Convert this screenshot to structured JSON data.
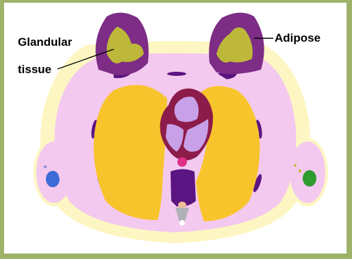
{
  "labels": {
    "glandular_line1": "Glandular",
    "glandular_line2": "tissue",
    "adipose": "Adipose"
  },
  "colors": {
    "frame": "#9fb26a",
    "background": "#ffffff",
    "skin_fat": "#fdf6c2",
    "body_pink": "#f3c9ef",
    "lung": "#f8c42c",
    "heart_outer": "#8c1c4a",
    "heart_inner": "#c8a0e8",
    "breast_purple": "#7d2d86",
    "breast_yellow": "#bdb83a",
    "spine_purple": "#5b1582",
    "arm_artery_blue": "#3d6ad6",
    "arm_artery_green": "#2e9b2e"
  }
}
